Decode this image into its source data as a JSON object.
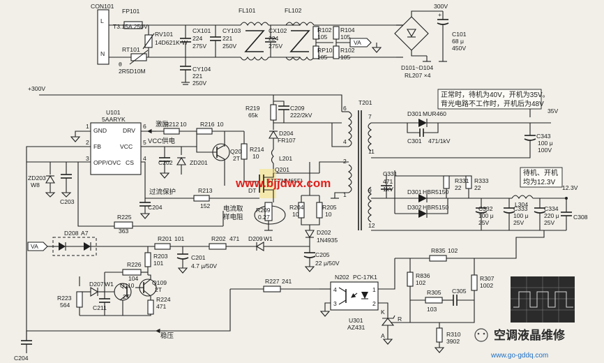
{
  "connector": {
    "ref": "CON101",
    "l": "L",
    "n": "N"
  },
  "fuse": {
    "ref": "FP101",
    "val": "T3.15A 250V"
  },
  "rv101": {
    "ref": "RV101",
    "val": "14D621K-W"
  },
  "rt101": {
    "ref": "RT101",
    "theta": "θ",
    "val": "2R5D10M"
  },
  "cx101": {
    "ref": "CX101",
    "v1": "224",
    "v2": "275V"
  },
  "cy103": {
    "ref": "CY103",
    "v1": "221",
    "v2": "250V"
  },
  "cy104": {
    "ref": "CY104",
    "v1": "221",
    "v2": "250V"
  },
  "fl101": {
    "ref": "FL101"
  },
  "fl102": {
    "ref": "FL102"
  },
  "cx102": {
    "ref": "CX102",
    "v1": "224",
    "v2": "275V"
  },
  "r102a": {
    "ref": "R102",
    "val": "105"
  },
  "r104": {
    "ref": "R104",
    "val": "105"
  },
  "rp101": {
    "ref": "RP101",
    "val": "105"
  },
  "r102b": {
    "ref": "R102",
    "val": "105"
  },
  "va_top": {
    "label": "VA"
  },
  "bridge": {
    "ref": "D101~D104",
    "val": "RL207 ×4"
  },
  "v300_top": {
    "label": "300V"
  },
  "c101": {
    "ref": "C101",
    "v1": "68 μ",
    "v2": "450V"
  },
  "v300_left": {
    "label": "+300V"
  },
  "u101": {
    "ref": "U101",
    "part": "5AARYK",
    "p1": "GND",
    "p2": "FB",
    "p3": "OPP/OVC",
    "p4": "CS",
    "p5": "VCC",
    "p6": "DRV",
    "n1": "1",
    "n2": "2",
    "n3": "3",
    "n4": "4",
    "n5": "5",
    "n6": "6"
  },
  "drive_label": "激励",
  "vcc_label": "VCC供电",
  "ocp_label": "过流保护",
  "r212": {
    "ref": "R212",
    "val": "10"
  },
  "r216": {
    "ref": "R216",
    "val": "10"
  },
  "q202": {
    "ref": "Q202",
    "val": "2T"
  },
  "r214": {
    "ref": "R214",
    "val": "10"
  },
  "r219": {
    "ref": "R219",
    "val": "65k"
  },
  "c209": {
    "ref": "C209",
    "val": "222/2kV"
  },
  "d204": {
    "ref": "D204",
    "val": "FR107"
  },
  "l201": {
    "ref": "L201"
  },
  "q201": {
    "ref": "Q201",
    "val": "STF7NM65FI",
    "prefix": "DT"
  },
  "c202": {
    "ref": "C202"
  },
  "zd201": {
    "ref": "ZD201"
  },
  "zd203": {
    "ref": "ZD203",
    "val": "W8"
  },
  "c203": {
    "ref": "C203"
  },
  "r213": {
    "ref": "R213",
    "val": "152"
  },
  "c204a": {
    "ref": "C204"
  },
  "r225": {
    "ref": "R225",
    "val": "363"
  },
  "sense_label": {
    "line1": "电流取",
    "line2": "样电阻"
  },
  "r209": {
    "ref": "R209",
    "val": "0.27"
  },
  "r204": {
    "ref": "R204",
    "val": "10"
  },
  "r205": {
    "ref": "R205",
    "val": "10"
  },
  "d202": {
    "ref": "D202",
    "val": "1N4935"
  },
  "d208": {
    "ref": "D208",
    "val": "A7"
  },
  "va_left": {
    "label": "VA"
  },
  "r201": {
    "ref": "R201",
    "val": "101"
  },
  "r202": {
    "ref": "R202",
    "val": "471"
  },
  "d209": {
    "ref": "D209",
    "val": "W1"
  },
  "c201": {
    "ref": "C201",
    "val": "4.7 μ/50V"
  },
  "c205": {
    "ref": "C205",
    "val": "22 μ/50V"
  },
  "r203": {
    "ref": "R203",
    "val": "101"
  },
  "r226": {
    "ref": "R226",
    "val": "104"
  },
  "d207": {
    "ref": "D207",
    "val": "W1"
  },
  "q110": {
    "ref": "Q110",
    "val": "2T"
  },
  "q109": {
    "ref": "Q109",
    "val": "2T"
  },
  "r223": {
    "ref": "R223",
    "val": "564"
  },
  "c211": {
    "ref": "C211"
  },
  "r224": {
    "ref": "R224",
    "val": "471"
  },
  "r227": {
    "ref": "R227",
    "val": "241"
  },
  "c204b": {
    "ref": "C204"
  },
  "reg_label": "稳压",
  "t201": {
    "ref": "T201",
    "p6": "6",
    "p4": "4",
    "p2": "2",
    "p1": "1",
    "p7": "7",
    "p11": "11",
    "p9": "9",
    "p12": "12"
  },
  "note": {
    "l1": "正常时，待机为40V，开机为35V。",
    "l2": "背光电路不工作时，开机后为48V"
  },
  "d301": {
    "ref": "D301",
    "val": "MUR460"
  },
  "c301": {
    "ref": "C301",
    "val": "471/1kV"
  },
  "v35": {
    "label": "35V"
  },
  "c343": {
    "ref": "C343",
    "v1": "100 μ",
    "v2": "100V"
  },
  "c331": {
    "ref": "C331",
    "v1": "471",
    "v2": "1kV"
  },
  "d301b": {
    "ref": "D301",
    "val": "HBR5150"
  },
  "d302": {
    "ref": "D302",
    "val": "HBR5150"
  },
  "r331": {
    "ref": "R331",
    "val": "22"
  },
  "r333": {
    "ref": "R333",
    "val": "22"
  },
  "standby_note": {
    "l1": "待机、开机",
    "l2": "均为12.3V"
  },
  "v123": {
    "label": "12.3V"
  },
  "l304": {
    "ref": "L304"
  },
  "c332": {
    "ref": "C332",
    "v1": "100 μ",
    "v2": "25V"
  },
  "c333": {
    "ref": "C333",
    "v1": "100 μ",
    "v2": "25V"
  },
  "c334": {
    "ref": "C334",
    "v1": "220 μ",
    "v2": "25V"
  },
  "c308": {
    "ref": "C308"
  },
  "r835": {
    "ref": "R835",
    "val": "102"
  },
  "r836": {
    "ref": "R836",
    "val": "102"
  },
  "r307": {
    "ref": "R307",
    "val": "1002"
  },
  "n202": {
    "ref": "N202",
    "val": "PC-17K1",
    "p1": "1",
    "p2": "2",
    "p3": "3",
    "p4": "4"
  },
  "r305": {
    "ref": "R305",
    "val": "103"
  },
  "c305": {
    "ref": "C305"
  },
  "u301": {
    "ref": "U301",
    "val": "AZ431",
    "k": "K",
    "r": "R",
    "a": "A"
  },
  "r310": {
    "ref": "R310",
    "val": "3902"
  },
  "watermark_top": "www.bjjdwx.com",
  "brand": {
    "text": "空调液晶维修",
    "url": "www.go-gddq.com"
  },
  "colors": {
    "wire": "#1e1e1e",
    "paper": "#f1efe8",
    "watermark": "#e0201c",
    "highlight": "#f7e27a"
  }
}
